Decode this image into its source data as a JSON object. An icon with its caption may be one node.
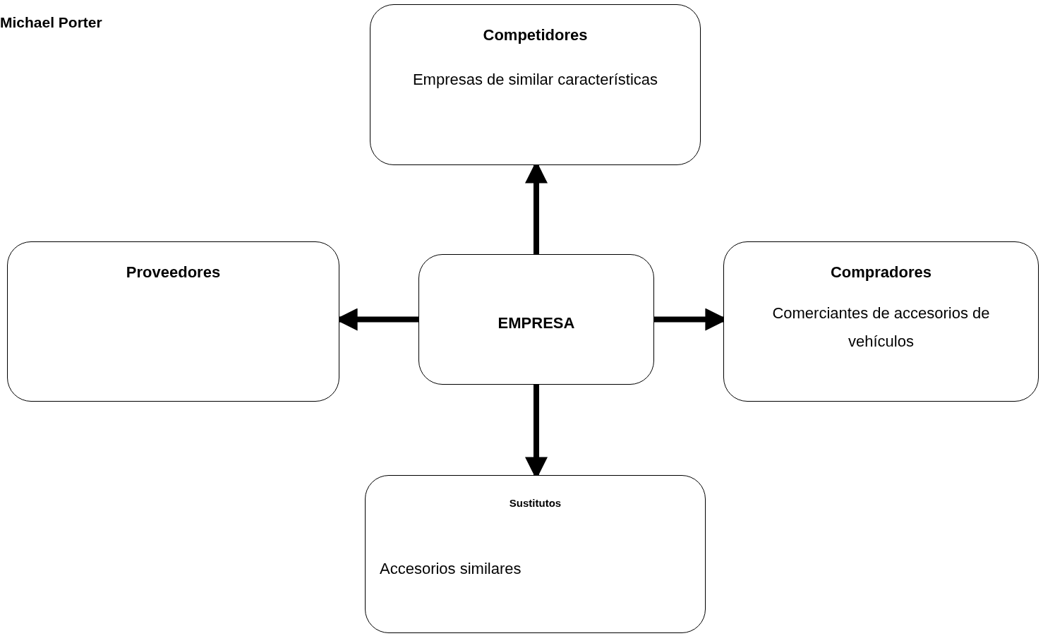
{
  "diagram": {
    "title": "Michael Porter",
    "nodes": [
      {
        "text": [
          "Competidores",
          "Empresas de similar características"
        ]
      },
      {
        "text": [
          "Proveedores"
        ]
      },
      {
        "text": [
          "EMPRESA"
        ]
      },
      {
        "text": [
          "Compradores",
          "Comerciantes de accesorios de vehículos"
        ]
      },
      {
        "text": [
          "Sustitutos",
          "Accesorios similares"
        ]
      }
    ],
    "edges": [
      {
        "from": 2,
        "to": 0,
        "arrow": "to"
      },
      {
        "from": 2,
        "to": 1,
        "arrow": "to"
      },
      {
        "from": 2,
        "to": 3,
        "arrow": "to"
      },
      {
        "from": 2,
        "to": 4,
        "arrow": "to"
      }
    ]
  }
}
